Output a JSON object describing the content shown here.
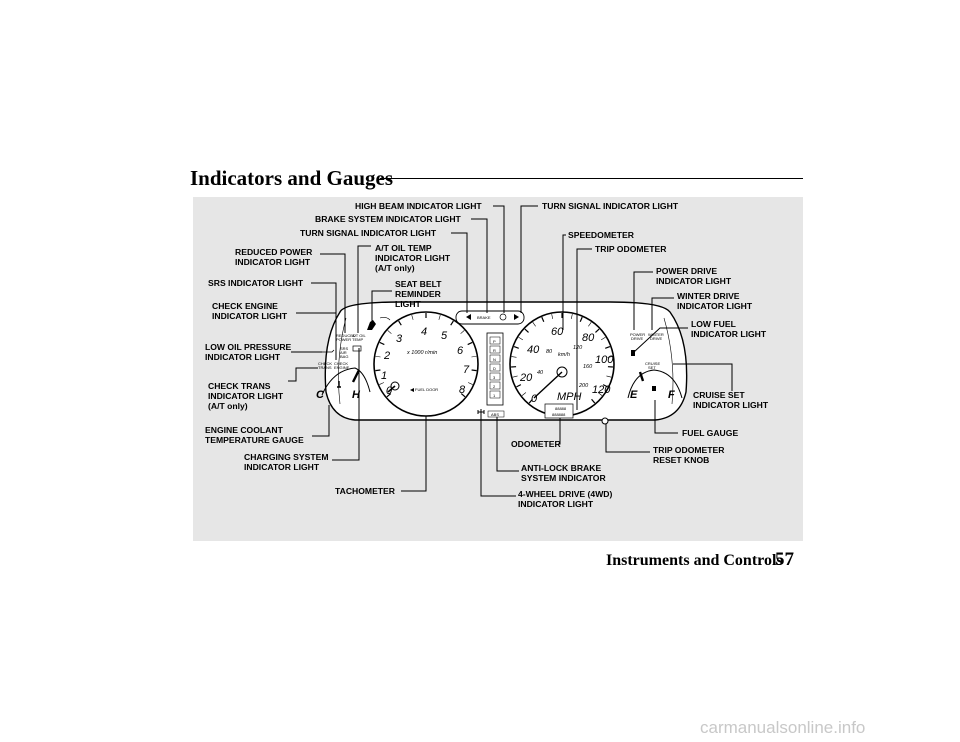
{
  "page": {
    "title": "Indicators and Gauges",
    "section": "Instruments and Controls",
    "number": "57",
    "watermark": "carmanualsonline.info"
  },
  "callouts": {
    "high_beam": "HIGH BEAM INDICATOR LIGHT",
    "turn_signal_right": "TURN SIGNAL INDICATOR LIGHT",
    "brake_system": "BRAKE SYSTEM INDICATOR LIGHT",
    "turn_signal_left": "TURN SIGNAL  INDICATOR LIGHT",
    "speedometer": "SPEEDOMETER",
    "reduced_power": [
      "REDUCED POWER",
      "INDICATOR LIGHT"
    ],
    "at_oil_temp": [
      "A/T OIL TEMP",
      "INDICATOR LIGHT",
      "(A/T  only)"
    ],
    "trip_odometer": "TRIP ODOMETER",
    "srs": "SRS INDICATOR LIGHT",
    "seat_belt": [
      "SEAT BELT",
      "REMINDER",
      "LIGHT"
    ],
    "power_drive": [
      "POWER DRIVE",
      "INDICATOR LIGHT"
    ],
    "check_engine": [
      "CHECK ENGINE",
      "INDICATOR LIGHT"
    ],
    "winter_drive": [
      "WINTER DRIVE",
      "INDICATOR LIGHT"
    ],
    "low_fuel": [
      "LOW FUEL",
      "INDICATOR LIGHT"
    ],
    "low_oil": [
      "LOW OIL PRESSURE",
      "INDICATOR LIGHT"
    ],
    "check_trans": [
      "CHECK TRANS",
      "INDICATOR LIGHT",
      "(A/T only)"
    ],
    "cruise_set": [
      "CRUISE SET",
      "INDICATOR LIGHT"
    ],
    "coolant": [
      "ENGINE COOLANT",
      "TEMPERATURE GAUGE"
    ],
    "fuel_gauge": "FUEL GAUGE",
    "odometer": "ODOMETER",
    "trip_reset": [
      "TRIP ODOMETER",
      "RESET KNOB"
    ],
    "charging": [
      "CHARGING SYSTEM",
      "INDICATOR LIGHT"
    ],
    "abs": [
      "ANTI-LOCK BRAKE",
      "SYSTEM INDICATOR"
    ],
    "tachometer": "TACHOMETER",
    "fourwd": [
      "4-WHEEL DRIVE (4WD)",
      "INDICATOR LIGHT"
    ]
  },
  "cluster": {
    "tach_numbers": [
      "0",
      "1",
      "2",
      "3",
      "4",
      "5",
      "6",
      "7",
      "8"
    ],
    "tach_unit": "x 1000  r/min",
    "fuel_door": "FUEL DOOR",
    "speed_mph": [
      "0",
      "20",
      "40",
      "60",
      "80",
      "100",
      "120"
    ],
    "speed_kmh": [
      "40",
      "80",
      "120",
      "160",
      "200"
    ],
    "kmh_unit": "km/h",
    "mph_unit": "MPH",
    "odo_digits": [
      "88888",
      "888888"
    ],
    "gears": [
      "P",
      "R",
      "N",
      "D",
      "3",
      "2",
      "1"
    ],
    "abs_label": "ABS",
    "brake_label": "BRAKE",
    "temp_cold": "C",
    "temp_hot": "H",
    "fuel_empty": "E",
    "fuel_full": "F",
    "left_panel": {
      "reduced_power": [
        "REDUCED",
        "POWER"
      ],
      "at_oil_temp": [
        "A/T OIL",
        "TEMP"
      ],
      "srs": [
        "SRS",
        "AIR",
        "BAG"
      ],
      "check_trans": [
        "CHECK",
        "TRANS"
      ],
      "check_engine": [
        "CHECK",
        "ENGINE"
      ]
    },
    "right_panel": {
      "power_drive": [
        "POWER",
        "DRIVE"
      ],
      "winter_drive": [
        "WINTER",
        "DRIVE"
      ],
      "cruise_set": [
        "CRUISE",
        "SET"
      ]
    }
  }
}
